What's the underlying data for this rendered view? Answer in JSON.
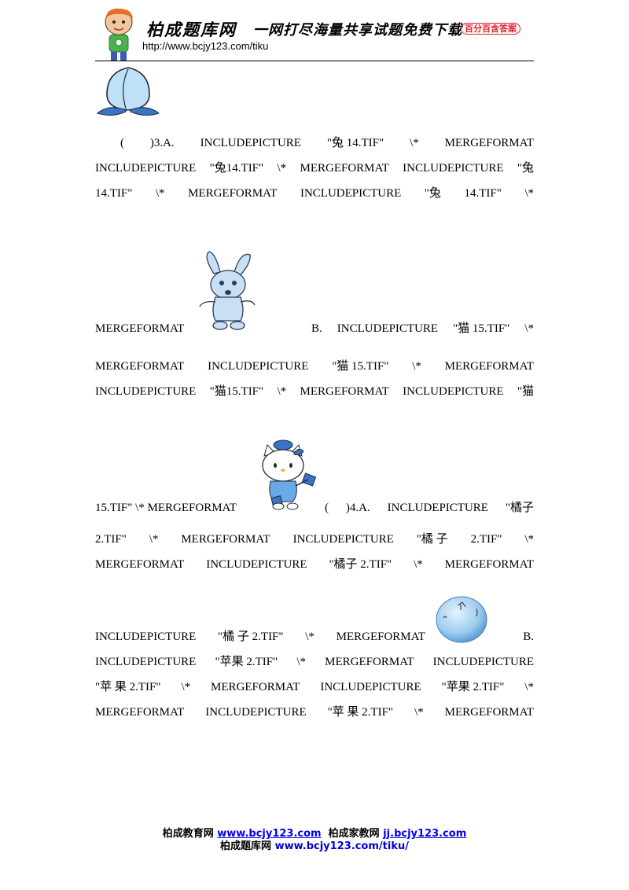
{
  "header": {
    "site_name": "柏成题库网",
    "slogan": "一网打尽海量共享试题免费下载",
    "tag": "百分百含答案",
    "url": "http://www.bcjy123.com/tiku"
  },
  "lines": {
    "q3_a": [
      "(",
      ")3.A.",
      "INCLUDEPICTURE",
      "\"兔 14.TIF\"",
      "\\*",
      "MERGEFORMAT"
    ],
    "l2": [
      "INCLUDEPICTURE",
      "\"兔14.TIF\"",
      "\\*",
      "MERGEFORMAT",
      "INCLUDEPICTURE",
      "\"兔"
    ],
    "l3": [
      "14.TIF\"",
      "\\*",
      "MERGEFORMAT",
      "INCLUDEPICTURE",
      "\"兔",
      "14.TIF\"",
      "\\*"
    ],
    "l4_left": "MERGEFORMAT",
    "l4_right": [
      "B.",
      "INCLUDEPICTURE",
      "\"猫 15.TIF\"",
      "\\*"
    ],
    "l5": [
      "MERGEFORMAT",
      "INCLUDEPICTURE",
      "\"猫 15.TIF\"",
      "\\*",
      "MERGEFORMAT"
    ],
    "l6": [
      "INCLUDEPICTURE",
      "\"猫15.TIF\"",
      "\\*",
      "MERGEFORMAT",
      "INCLUDEPICTURE",
      "\"猫"
    ],
    "l7_left": "15.TIF\" \\* MERGEFORMAT",
    "l7_right": [
      "(",
      ")4.A.",
      "INCLUDEPICTURE",
      "\"橘子"
    ],
    "l8": [
      "2.TIF\"",
      "\\*",
      "MERGEFORMAT",
      "INCLUDEPICTURE",
      "\"橘 子",
      "2.TIF\"",
      "\\*"
    ],
    "l9": [
      "MERGEFORMAT",
      "INCLUDEPICTURE",
      "\"橘子 2.TIF\"",
      "\\*",
      "MERGEFORMAT"
    ],
    "l10_left": [
      "INCLUDEPICTURE",
      "\"橘 子 2.TIF\"",
      "\\*",
      "MERGEFORMAT"
    ],
    "l10_right": "B.",
    "l11": [
      "INCLUDEPICTURE",
      "\"苹果 2.TIF\"",
      "\\*",
      "MERGEFORMAT",
      "INCLUDEPICTURE"
    ],
    "l12": [
      "\"苹 果 2.TIF\"",
      "\\*",
      "MERGEFORMAT",
      "INCLUDEPICTURE",
      "\"苹果 2.TIF\"",
      "\\*"
    ],
    "l13": [
      "MERGEFORMAT",
      "INCLUDEPICTURE",
      "\"苹 果 2.TIF\"",
      "\\*",
      "MERGEFORMAT"
    ]
  },
  "footer": {
    "line1_a": "柏成教育网",
    "line1_link_a": "www.bcjy123.com",
    "line1_b": "柏成家教网",
    "line1_link_b": "jj.bcjy123.com",
    "line2_a": "柏成题库网",
    "line2_link": "www.bcjy123.com/tiku/"
  },
  "colors": {
    "link": "#0000ee",
    "tag_red": "#d9222a",
    "fruit_blue": "#bfe0f7"
  },
  "icons": [
    "mascot-icon",
    "peach-icon",
    "rabbit-icon",
    "cat-icon",
    "orange-icon"
  ]
}
